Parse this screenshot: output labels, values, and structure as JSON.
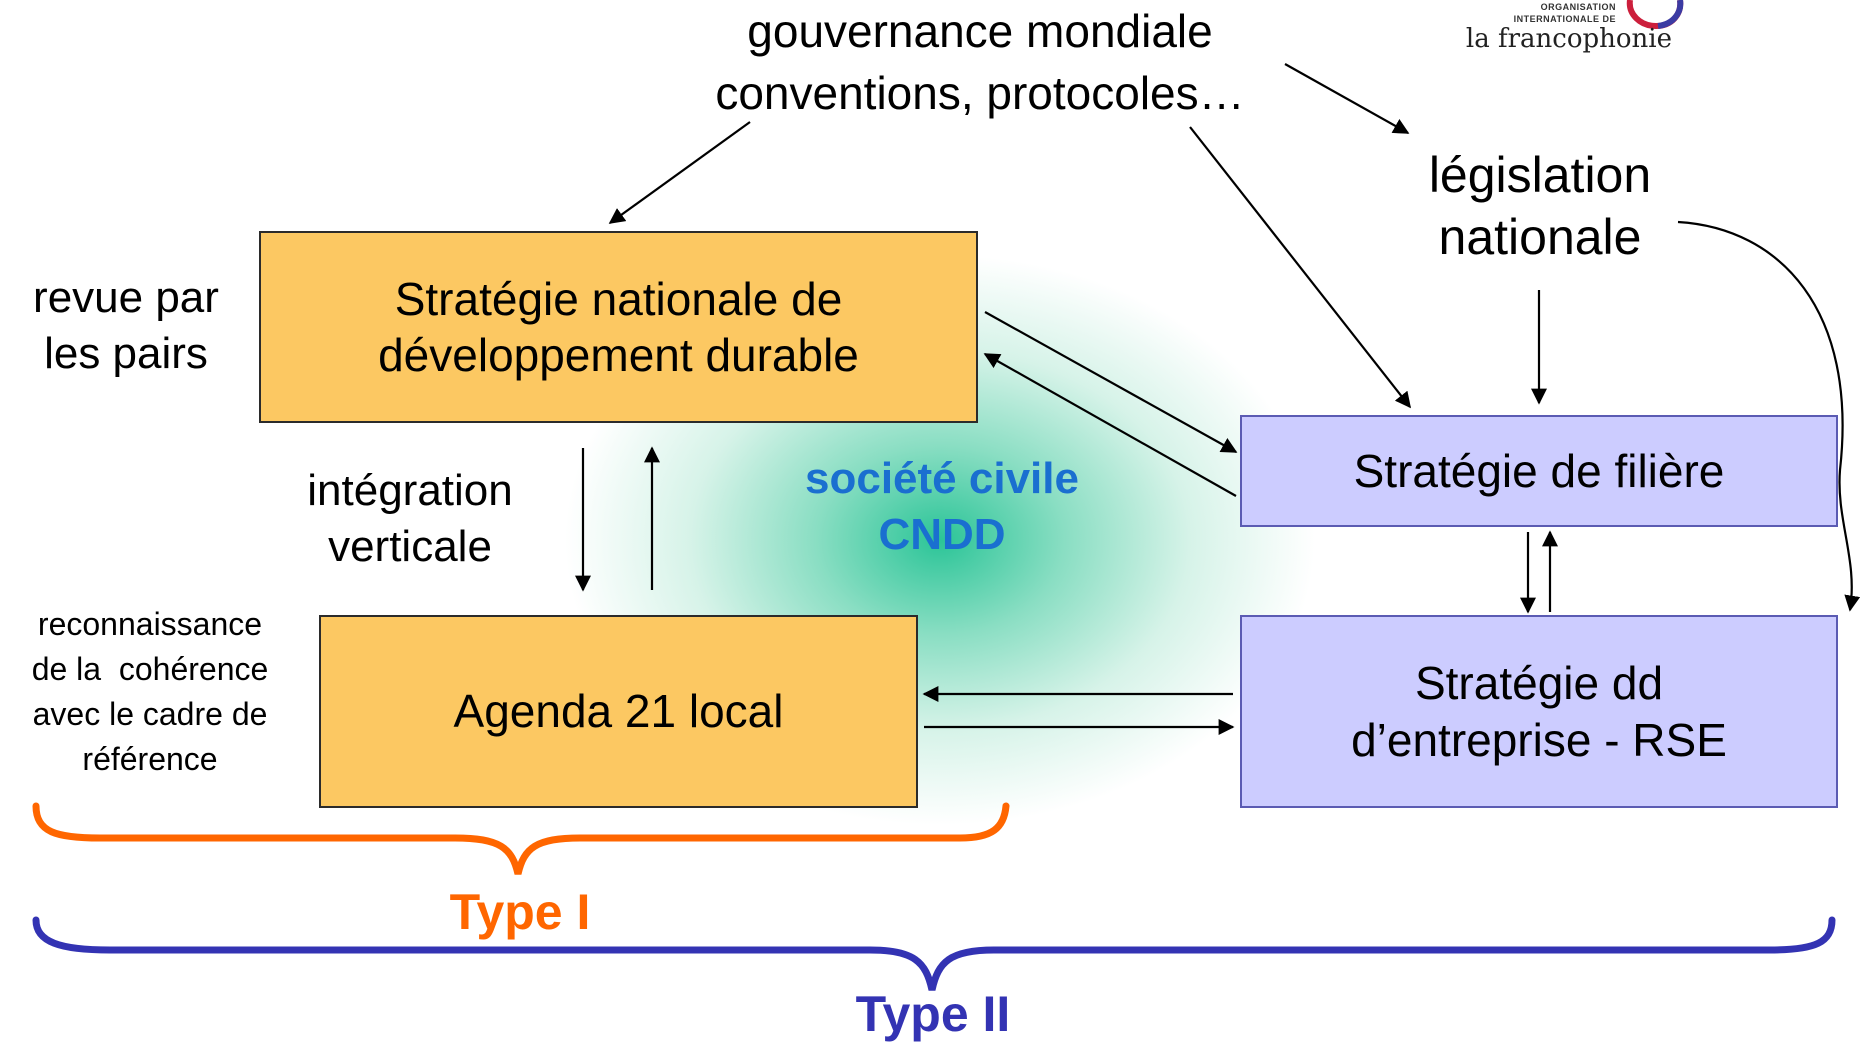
{
  "top": {
    "line1": "gouvernance mondiale",
    "line2": "conventions, protocoles…"
  },
  "logo": {
    "line1": "ORGANISATION",
    "line2": "INTERNATIONALE DE",
    "name": "la francophonie"
  },
  "legislation": {
    "line1": "législation",
    "line2": "nationale"
  },
  "peer_review": {
    "line1": "revue par",
    "line2": "les pairs"
  },
  "snd_box": {
    "line1": "Stratégie nationale de",
    "line2": "développement durable"
  },
  "vertical": {
    "line1": "intégration",
    "line2": "verticale"
  },
  "civil_society": {
    "line1": "société civile",
    "line2": "CNDD"
  },
  "filiere_box": {
    "label": "Stratégie de filière"
  },
  "coherence": {
    "line1": "reconnaissance",
    "line2": "de la  cohérence",
    "line3": "avec le cadre de",
    "line4": "référence"
  },
  "agenda_box": {
    "label": "Agenda 21 local"
  },
  "rse_box": {
    "line1": "Stratégie dd",
    "line2": "d’entreprise - RSE"
  },
  "type1": {
    "label": "Type I"
  },
  "type2": {
    "label": "Type II"
  },
  "colors": {
    "orange_box": "#fcc862",
    "lavender_box": "#ccccff",
    "civil_society_text": "#1a6fd0",
    "type1": "#ff6600",
    "type2": "#3333b3",
    "glow": "#14be8c"
  }
}
